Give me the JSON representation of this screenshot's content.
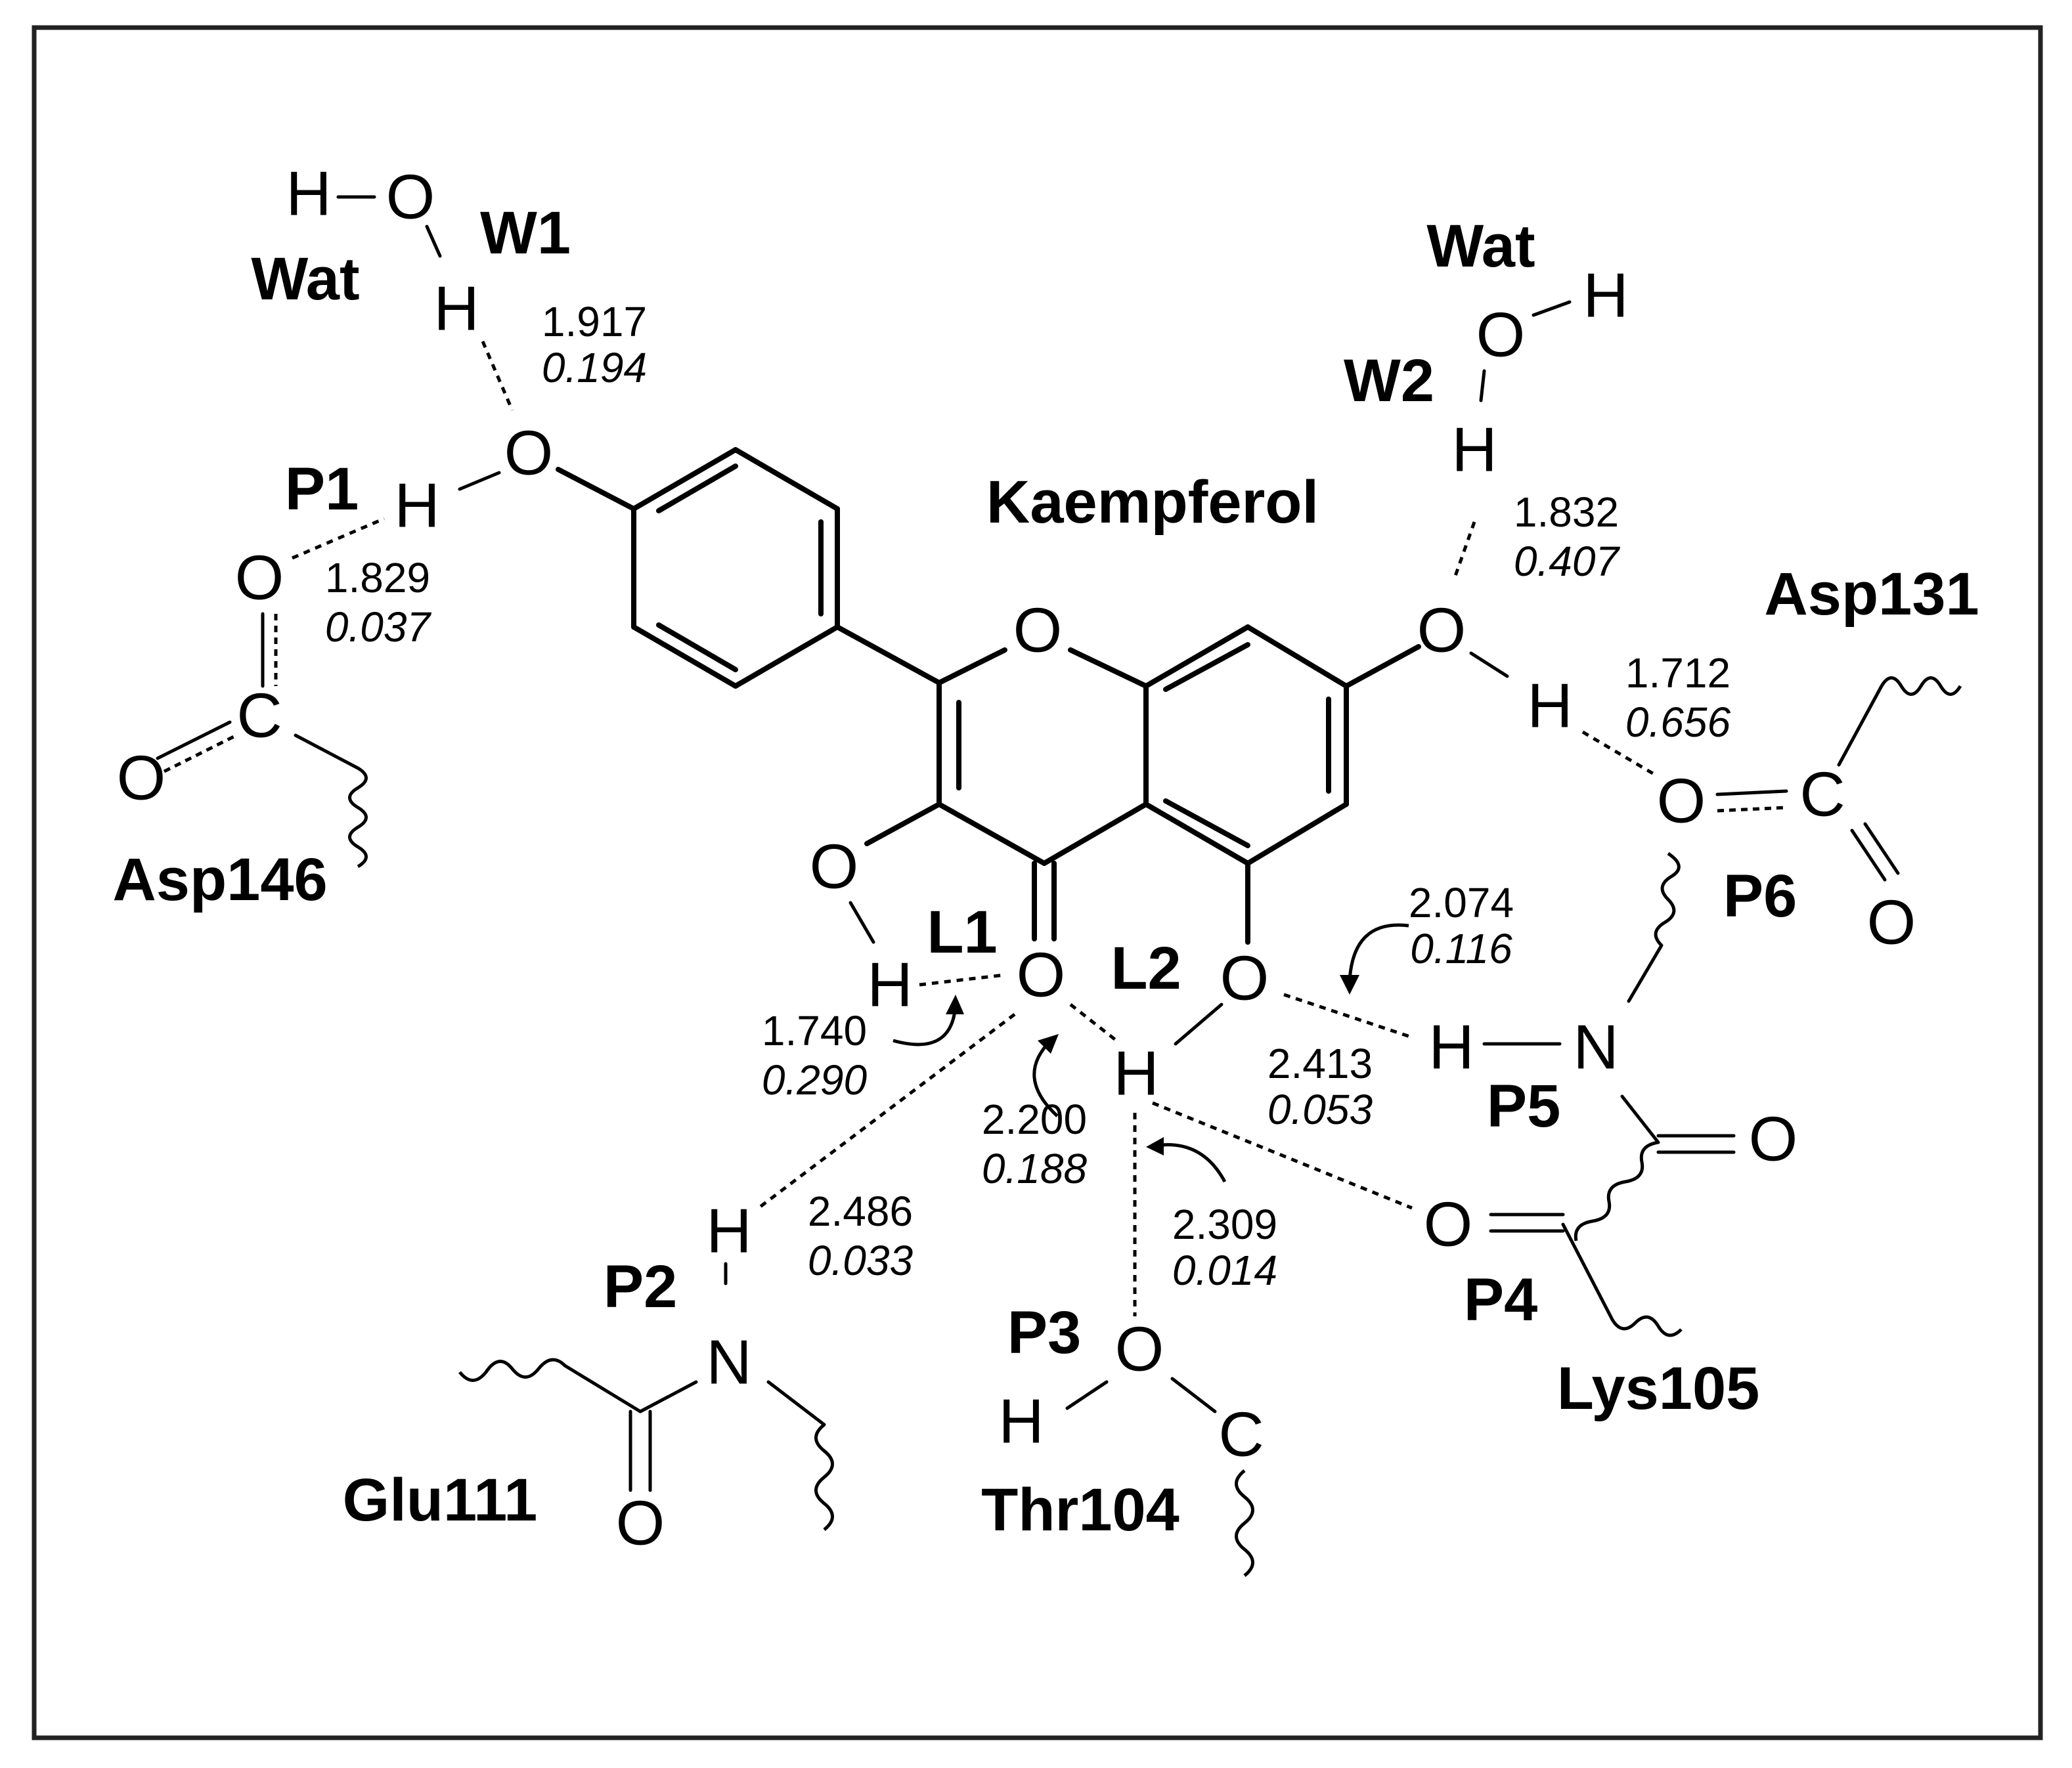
{
  "title": "Kaempferol",
  "atoms": {
    "oxygen": "O",
    "hydrogen": "H",
    "carbon": "C",
    "nitrogen": "N"
  },
  "labels": {
    "wat_1": "Wat",
    "wat_2": "Wat",
    "w1": "W1",
    "w2": "W2",
    "p1": "P1",
    "p2": "P2",
    "p3": "P3",
    "p4": "P4",
    "p5": "P5",
    "p6": "P6",
    "l1": "L1",
    "l2": "L2",
    "asp146": "Asp146",
    "asp131": "Asp131",
    "glu111": "Glu111",
    "thr104": "Thr104",
    "lys105": "Lys105"
  },
  "interactions": {
    "w1": {
      "distance": "1.917",
      "value": "0.194"
    },
    "p1": {
      "distance": "1.829",
      "value": "0.037"
    },
    "w2": {
      "distance": "1.832",
      "value": "0.407"
    },
    "p6": {
      "distance": "1.712",
      "value": "0.656"
    },
    "l1": {
      "distance": "1.740",
      "value": "0.290"
    },
    "l2": {
      "distance": "2.200",
      "value": "0.188"
    },
    "p5_arrow": {
      "distance": "2.074",
      "value": "0.116"
    },
    "p5": {
      "distance": "2.413",
      "value": "0.053"
    },
    "p2": {
      "distance": "2.486",
      "value": "0.033"
    },
    "p3": {
      "distance": "2.309",
      "value": "0.014"
    }
  }
}
